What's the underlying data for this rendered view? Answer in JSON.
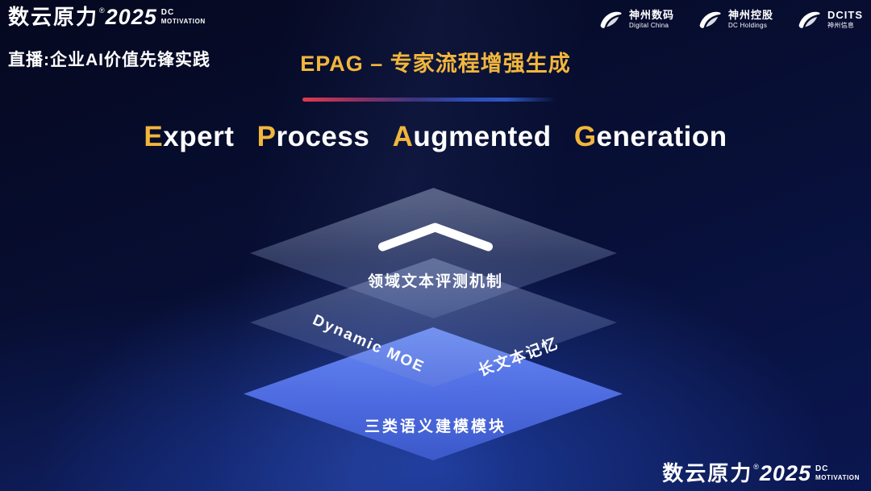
{
  "colors": {
    "gold": "#f2b63c",
    "layer_blue": "#5577ee",
    "line_red": "#e23a4e",
    "line_blue": "#3a6cf0",
    "background_navy": "#081038"
  },
  "top_bar": {
    "brand": {
      "name": "数云原力",
      "reg": "®",
      "year": "2025",
      "dc": "DC",
      "motivation": "MOTIVATION"
    },
    "live_label": "直播:企业AI价值先锋实践",
    "slide_title": "EPAG – 专家流程增强生成",
    "partner_logos": [
      {
        "title": "神州数码",
        "subtitle": "Digital China"
      },
      {
        "title": "神州控股",
        "subtitle": "DC Holdings"
      },
      {
        "title": "DCITS",
        "subtitle": "神州信息"
      }
    ]
  },
  "headline": {
    "words": [
      {
        "initial": "E",
        "rest": "xpert"
      },
      {
        "initial": "P",
        "rest": "rocess"
      },
      {
        "initial": "A",
        "rest": "ugmented"
      },
      {
        "initial": "G",
        "rest": "eneration"
      }
    ]
  },
  "diagram": {
    "top_layer_label": "领域文本评测机制",
    "middle_layer_left_label": "Dynamic MOE",
    "middle_layer_right_label": "长文本记忆",
    "bottom_layer_label": "三类语义建模模块"
  },
  "footer": {
    "brand": {
      "name": "数云原力",
      "reg": "®",
      "year": "2025",
      "dc": "DC",
      "motivation": "MOTIVATION"
    }
  }
}
